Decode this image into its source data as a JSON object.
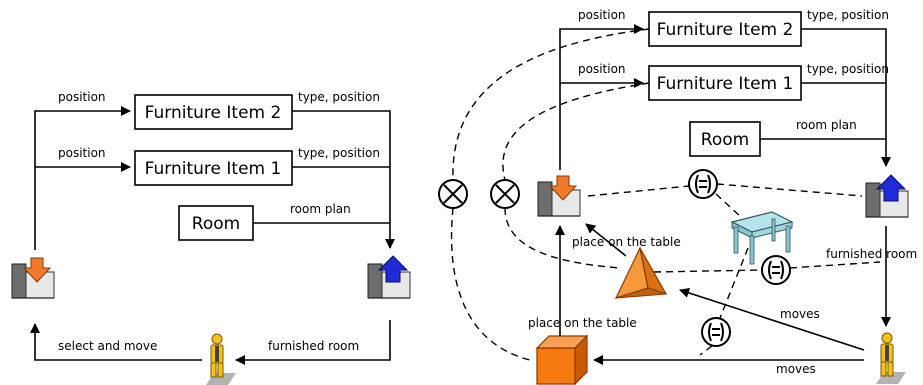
{
  "left": {
    "furniture_item_2": "Furniture Item 2",
    "furniture_item_1": "Furniture Item 1",
    "room": "Room",
    "label_position_2": "position",
    "label_position_1": "position",
    "label_type_position_2": "type, position",
    "label_type_position_1": "type, position",
    "label_room_plan": "room plan",
    "label_furnished_room": "furnished room",
    "label_select_and_move": "select and move"
  },
  "right": {
    "furniture_item_2": "Furniture Item 2",
    "furniture_item_1": "Furniture Item 1",
    "room": "Room",
    "label_position_2": "position",
    "label_position_1": "position",
    "label_type_position_2": "type, position",
    "label_type_position_1": "type, position",
    "label_room_plan": "room plan",
    "label_furnished_room": "furnished room",
    "label_place_on_table_1": "place on the table",
    "label_place_on_table_2": "place on the table",
    "label_moves_1": "moves",
    "label_moves_2": "moves"
  },
  "colors": {
    "arrow_out": "#f07a2a",
    "arrow_in": "#1f2bd6",
    "pyramid": "#f59a3a",
    "cube": "#f57a10",
    "table": "#b9e3ea",
    "person": "#f5c21a"
  }
}
